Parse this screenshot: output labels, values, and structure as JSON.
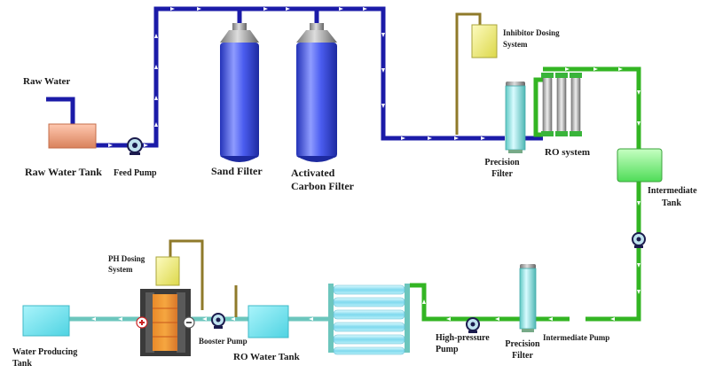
{
  "labels": {
    "raw_water": "Raw Water",
    "raw_water_tank": "Raw Water Tank",
    "feed_pump": "Feed Pump",
    "sand_filter": "Sand Filter",
    "activated_carbon_filter_line1": "Activated",
    "activated_carbon_filter_line2": "Carbon Filter",
    "inhibitor_dosing_line1": "Inhibitor Dosing",
    "inhibitor_dosing_line2": "System",
    "precision_filter_top_line1": "Precision",
    "precision_filter_top_line2": "Filter",
    "ro_system": "RO system",
    "intermediate_tank_line1": "Intermediate",
    "intermediate_tank_line2": "Tank",
    "intermediate_pump": "Intermediate Pump",
    "precision_filter_bottom_line1": "Precision",
    "precision_filter_bottom_line2": "Filter",
    "high_pressure_pump_line1": "High-pressure",
    "high_pressure_pump_line2": "Pump",
    "ro_water_tank": "RO Water  Tank",
    "booster_pump": "Booster Pump",
    "ph_dosing_line1": "PH Dosing",
    "ph_dosing_line2": "System",
    "water_producing_tank_line1": "Water Producing",
    "water_producing_tank_line2": "Tank"
  },
  "colors": {
    "raw_water_pipe": "#1b1ba8",
    "ro_feed_pipe": "#33b523",
    "product_pipe": "#6cc6bd",
    "dosing_pipe": "#8f7a2a",
    "filter_vessel": "#3b4fd8",
    "tank_cyan": "#6fe3ef",
    "intermediate_tank": "#7df07a",
    "raw_water_tank": "#f0a080",
    "dosing_tank": "#f3f07a"
  },
  "icons": {
    "pump": "pump-icon",
    "flow_arrow": "flow-arrow-icon",
    "electrode_plus": "plus-icon",
    "electrode_minus": "minus-icon"
  }
}
